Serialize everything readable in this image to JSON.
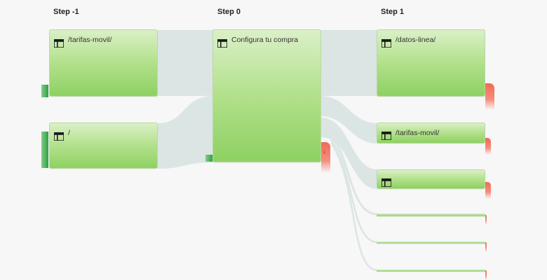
{
  "steps": [
    "Step -1",
    "Step 0",
    "Step 1"
  ],
  "nodes": {
    "tarifas_movil_prev": "/tarifas-movil/",
    "root_prev": "/",
    "configura": "Configura tu compra",
    "datos_linea": "/datos-linea/",
    "tarifas_movil_next": "/tarifas-movil/",
    "unnamed_next": ""
  },
  "icons": {
    "page": "page-layout-icon",
    "exit": "down-arrow-icon"
  },
  "colors": {
    "node_green": "#8ed162",
    "flow_gray": "#dbe5e4",
    "exit_red": "#f06a55",
    "entry_green": "#2f9e44"
  }
}
